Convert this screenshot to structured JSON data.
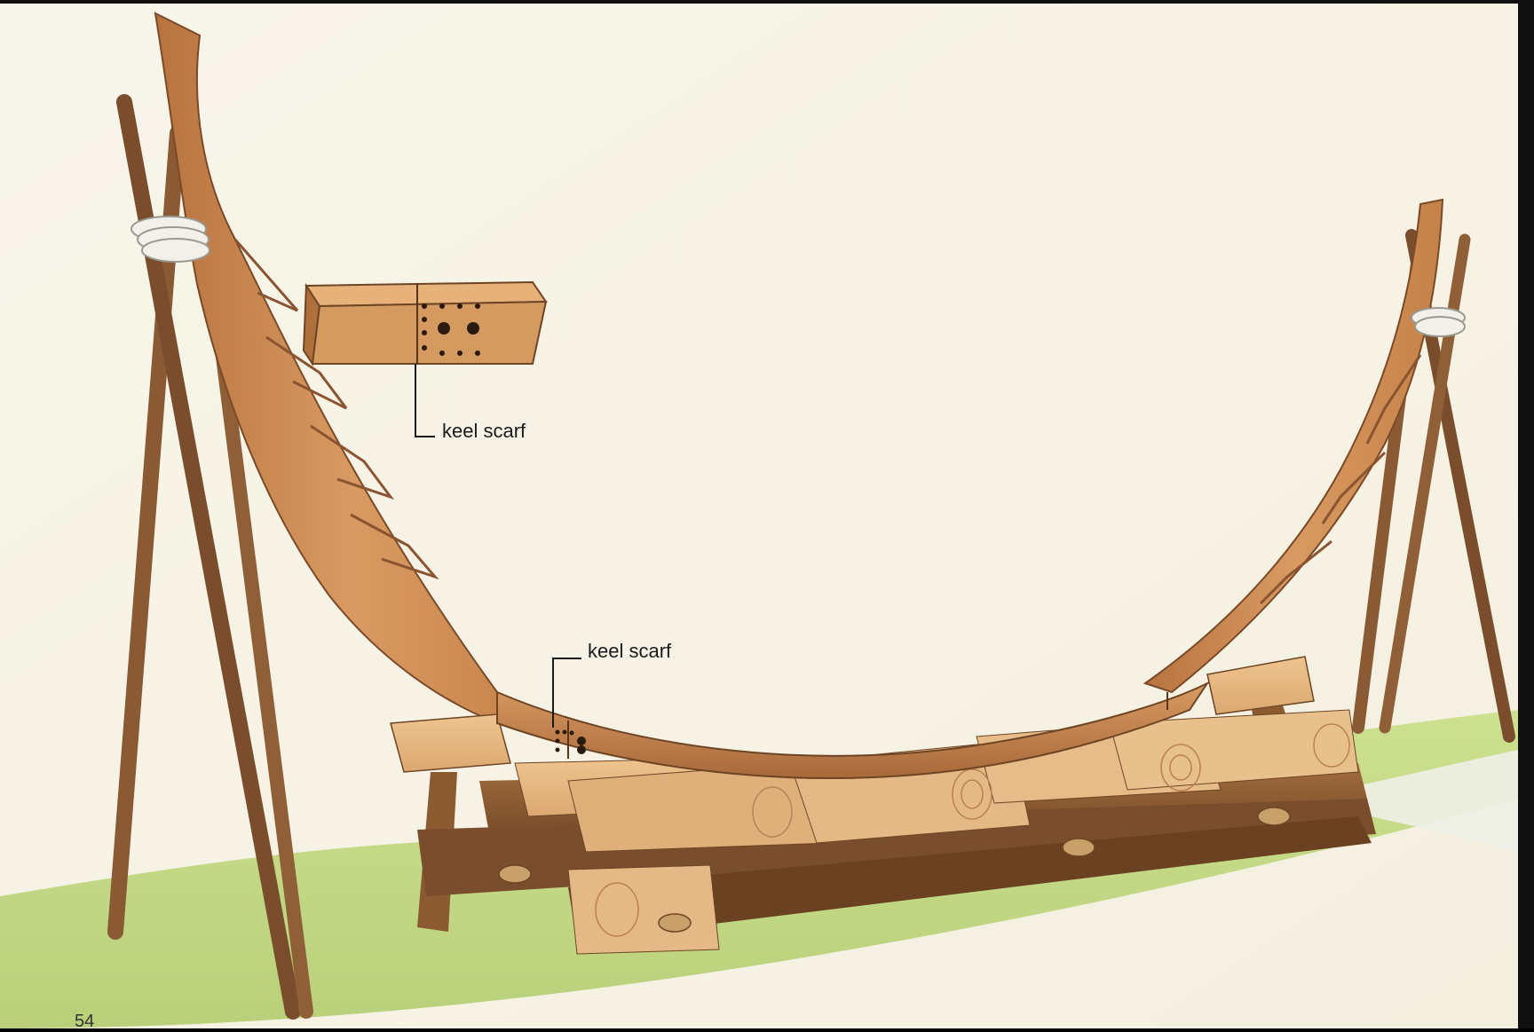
{
  "labels": {
    "inset_label": "keel scarf",
    "keel_label": "keel scarf"
  },
  "page_number": "54",
  "colors": {
    "paper": "#f7f3e6",
    "wood_light": "#d9a06a",
    "wood_mid": "#c07f48",
    "wood_dark": "#8c5a30",
    "grass": "#c6d98a",
    "pole": "#8a5a34",
    "rope": "#f2f0ea"
  }
}
